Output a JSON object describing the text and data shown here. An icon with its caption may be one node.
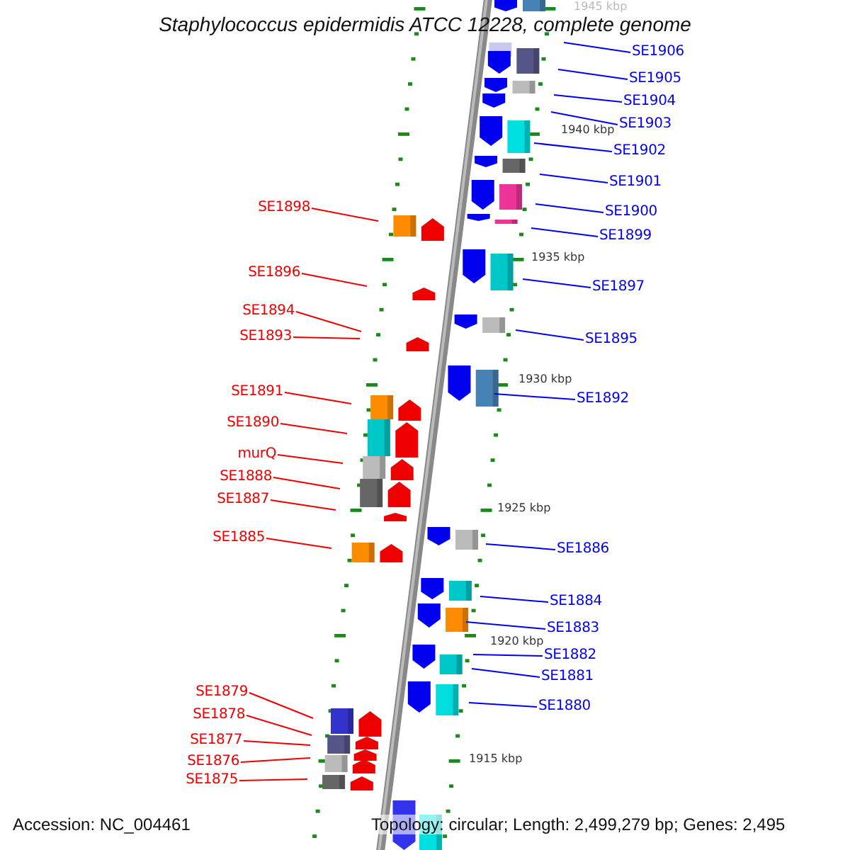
{
  "diagram": {
    "title": "Staphylococcus epidermidis ATCC 12228, complete genome",
    "nodes": [
      {
        "text": [
          "SE1906"
        ]
      },
      {
        "text": [
          "SE1905"
        ]
      },
      {
        "text": [
          "SE1904"
        ]
      },
      {
        "text": [
          "SE1903"
        ]
      },
      {
        "text": [
          "SE1902"
        ]
      },
      {
        "text": [
          "SE1901"
        ]
      },
      {
        "text": [
          "SE1898"
        ]
      },
      {
        "text": [
          "SE1900"
        ]
      },
      {
        "text": [
          "SE1899"
        ]
      },
      {
        "text": [
          "SE1896"
        ]
      },
      {
        "text": [
          "SE1897"
        ]
      },
      {
        "text": [
          "SE1894"
        ]
      },
      {
        "text": [
          "SE1893"
        ]
      },
      {
        "text": [
          "SE1895"
        ]
      },
      {
        "text": [
          "SE1891"
        ]
      },
      {
        "text": [
          "SE1892"
        ]
      },
      {
        "text": [
          "SE1890"
        ]
      },
      {
        "text": [
          "murQ"
        ]
      },
      {
        "text": [
          "SE1888"
        ]
      },
      {
        "text": [
          "SE1887"
        ]
      },
      {
        "text": [
          "SE1885"
        ]
      },
      {
        "text": [
          "SE1886"
        ]
      },
      {
        "text": [
          "SE1884"
        ]
      },
      {
        "text": [
          "SE1883"
        ]
      },
      {
        "text": [
          "SE1882"
        ]
      },
      {
        "text": [
          "SE1881"
        ]
      },
      {
        "text": [
          "SE1879"
        ]
      },
      {
        "text": [
          "SE1880"
        ]
      },
      {
        "text": [
          "SE1878"
        ]
      },
      {
        "text": [
          "SE1877"
        ]
      },
      {
        "text": [
          "SE1876"
        ]
      },
      {
        "text": [
          "SE1875"
        ]
      }
    ],
    "edges": [
      {
        "from": 0,
        "to": null,
        "arrow": "none"
      },
      {
        "from": 1,
        "to": null,
        "arrow": "none"
      },
      {
        "from": 2,
        "to": null,
        "arrow": "none"
      },
      {
        "from": 3,
        "to": null,
        "arrow": "none"
      },
      {
        "from": 4,
        "to": null,
        "arrow": "none"
      },
      {
        "from": 5,
        "to": null,
        "arrow": "none"
      },
      {
        "from": 6,
        "to": null,
        "arrow": "none",
        "color": "#ee0000"
      },
      {
        "from": 7,
        "to": null,
        "arrow": "none"
      },
      {
        "from": 8,
        "to": null,
        "arrow": "none"
      },
      {
        "from": 9,
        "to": null,
        "arrow": "none",
        "color": "#ee0000"
      },
      {
        "from": 10,
        "to": null,
        "arrow": "none"
      },
      {
        "from": 11,
        "to": null,
        "arrow": "none",
        "color": "#ee0000"
      },
      {
        "from": 12,
        "to": null,
        "arrow": "none",
        "color": "#ee0000"
      },
      {
        "from": 13,
        "to": null,
        "arrow": "none"
      },
      {
        "from": 14,
        "to": null,
        "arrow": "none",
        "color": "#ee0000"
      },
      {
        "from": 15,
        "to": null,
        "arrow": "none"
      },
      {
        "from": 16,
        "to": null,
        "arrow": "none",
        "color": "#ee0000"
      },
      {
        "from": 17,
        "to": null,
        "arrow": "none",
        "color": "#ee0000"
      },
      {
        "from": 18,
        "to": null,
        "arrow": "none",
        "color": "#ee0000"
      },
      {
        "from": 19,
        "to": null,
        "arrow": "none",
        "color": "#ee0000"
      },
      {
        "from": 20,
        "to": null,
        "arrow": "none",
        "color": "#ee0000"
      },
      {
        "from": 21,
        "to": null,
        "arrow": "none"
      },
      {
        "from": 22,
        "to": null,
        "arrow": "none"
      },
      {
        "from": 23,
        "to": null,
        "arrow": "none"
      },
      {
        "from": 24,
        "to": null,
        "arrow": "none"
      },
      {
        "from": 25,
        "to": null,
        "arrow": "none"
      },
      {
        "from": 26,
        "to": null,
        "arrow": "none",
        "color": "#ee0000"
      },
      {
        "from": 27,
        "to": null,
        "arrow": "none"
      },
      {
        "from": 28,
        "to": null,
        "arrow": "none",
        "color": "#ee0000"
      },
      {
        "from": 29,
        "to": null,
        "arrow": "none",
        "color": "#ee0000"
      },
      {
        "from": 30,
        "to": null,
        "arrow": "none",
        "color": "#ee0000"
      },
      {
        "from": 31,
        "to": null,
        "arrow": "none",
        "color": "#ee0000"
      }
    ],
    "labels": [
      "1945 kbp",
      "1940 kbp",
      "1935 kbp",
      "1930 kbp",
      "1925 kbp",
      "1920 kbp",
      "1915 kbp",
      "Accession: NC_004461",
      "Topology: circular; Length: 2,499,279 bp; Genes: 2,495"
    ]
  }
}
